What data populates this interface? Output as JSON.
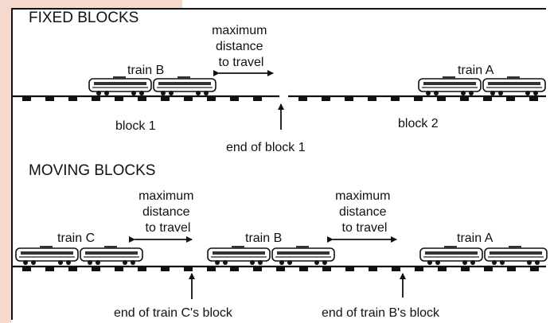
{
  "fixed": {
    "title": "FIXED BLOCKS",
    "distance_label": [
      "maximum",
      "distance",
      "to travel"
    ],
    "train_b": "train B",
    "train_a": "train A",
    "block_1": "block 1",
    "block_2": "block 2",
    "end_label": "end of block 1"
  },
  "moving": {
    "title": "MOVING BLOCKS",
    "distance_label": [
      "maximum",
      "distance",
      "to travel"
    ],
    "train_c": "train C",
    "train_b": "train B",
    "train_a": "train A",
    "end_c_label": "end of train C's block",
    "end_b_label": "end of train B's block"
  },
  "colors": {
    "line": "#111111",
    "background_accent": "#f7d8cc"
  }
}
